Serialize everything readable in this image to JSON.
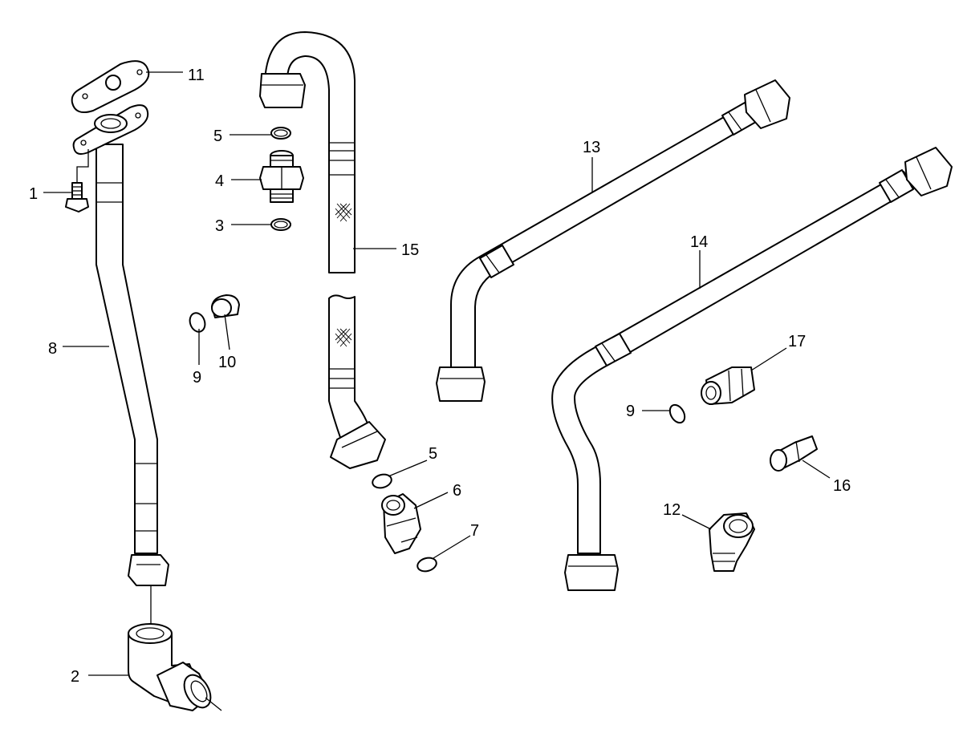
{
  "callouts": {
    "c1": "1",
    "c2": "2",
    "c3": "3",
    "c4": "4",
    "c5a": "5",
    "c5b": "5",
    "c6": "6",
    "c7": "7",
    "c8": "8",
    "c9a": "9",
    "c9b": "9",
    "c10": "10",
    "c11": "11",
    "c12": "12",
    "c13": "13",
    "c14": "14",
    "c15": "15",
    "c16": "16",
    "c17": "17"
  },
  "colors": {
    "stroke": "#000000",
    "background": "#ffffff"
  }
}
